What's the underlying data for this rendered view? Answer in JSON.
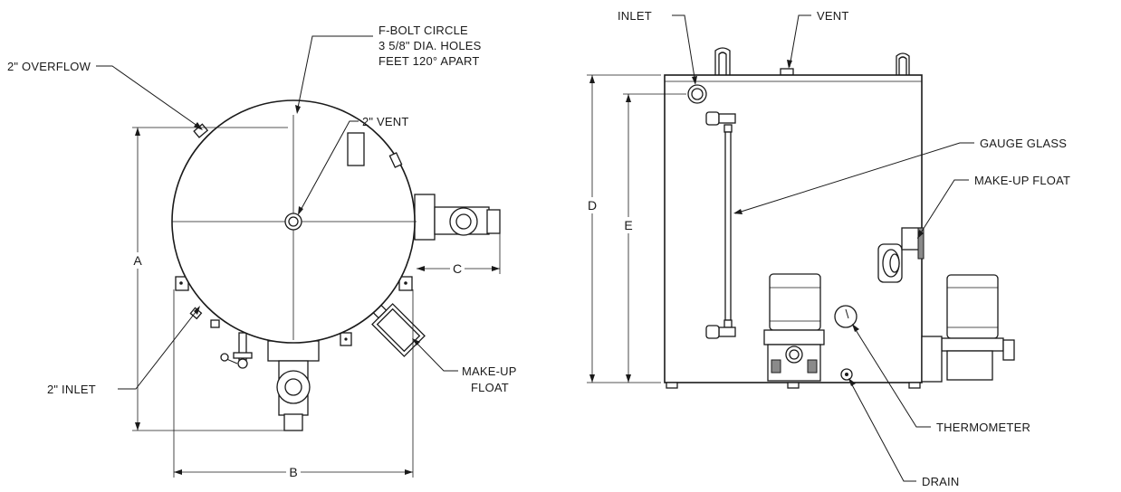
{
  "top_view": {
    "label_f_bolt_1": "F-BOLT CIRCLE",
    "label_f_bolt_2": "3 5/8\" DIA. HOLES",
    "label_f_bolt_3": "FEET 120° APART",
    "label_overflow": "2\" OVERFLOW",
    "label_vent": "2\" VENT",
    "label_inlet": "2\" INLET",
    "label_makeup_1": "MAKE-UP",
    "label_makeup_2": "FLOAT",
    "dim_a": "A",
    "dim_b": "B",
    "dim_c": "C"
  },
  "side_view": {
    "label_inlet": "INLET",
    "label_vent": "VENT",
    "label_gauge_glass": "GAUGE GLASS",
    "label_makeup_float": "MAKE-UP FLOAT",
    "label_thermometer": "THERMOMETER",
    "label_drain": "DRAIN",
    "dim_d": "D",
    "dim_e": "E"
  }
}
